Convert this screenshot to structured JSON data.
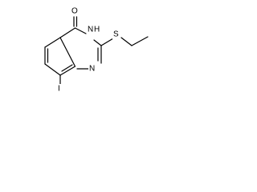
{
  "molecule": {
    "atoms": {
      "o": "O",
      "nh": "N",
      "h": "H",
      "n": "N",
      "s": "S",
      "i": "I"
    }
  }
}
